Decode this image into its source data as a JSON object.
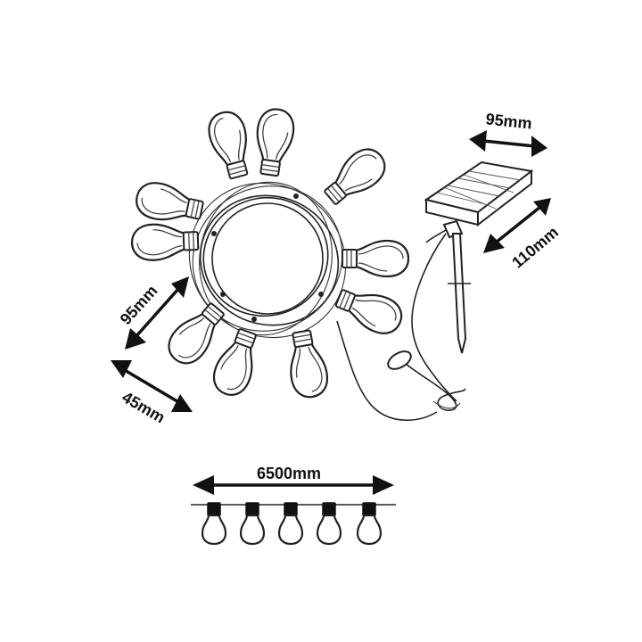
{
  "dimensions": {
    "panel_width": "95mm",
    "panel_height": "110mm",
    "bulb_length": "95mm",
    "bulb_diameter": "45mm",
    "string_length": "6500mm"
  }
}
